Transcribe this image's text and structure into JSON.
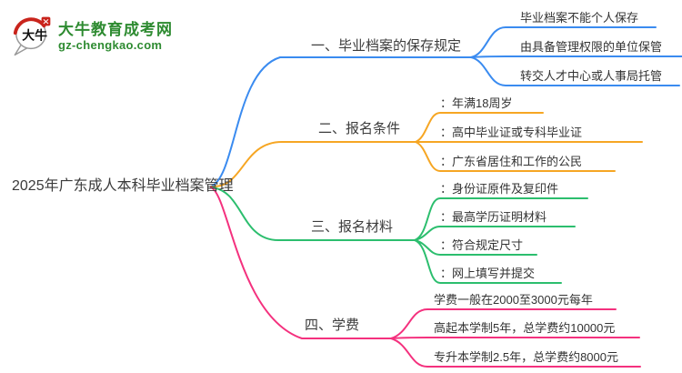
{
  "logo": {
    "mark_text": "大牛",
    "brand": "大牛教育成考网",
    "domain": "gz-chengkao.com",
    "brand_color": "#2e8b31",
    "mark_red": "#c9241c"
  },
  "root": {
    "label": "2025年广东成人本科毕业档案管理",
    "text_color": "#3b3b3b"
  },
  "branches": [
    {
      "label": "一、毕业档案的保存规定",
      "color": "#3a8bf0",
      "children": [
        "毕业档案不能个人保存",
        "由具备管理权限的单位保管",
        "转交人才中心或人事局托管"
      ]
    },
    {
      "label": "二、报名条件",
      "color": "#f6a623",
      "children": [
        "：年满18周岁",
        "：高中毕业证或专科毕业证",
        "：广东省居住和工作的公民"
      ]
    },
    {
      "label": "三、报名材料",
      "color": "#2cbe6e",
      "children": [
        "：身份证原件及复印件",
        "：最高学历证明材料",
        "：符合规定尺寸",
        "：网上填写并提交"
      ]
    },
    {
      "label": "四、学费",
      "color": "#f4317e",
      "children": [
        "学费一般在2000至3000元每年",
        "高起本学制5年，总学费约10000元",
        "专升本学制2.5年，总学费约8000元"
      ]
    }
  ]
}
